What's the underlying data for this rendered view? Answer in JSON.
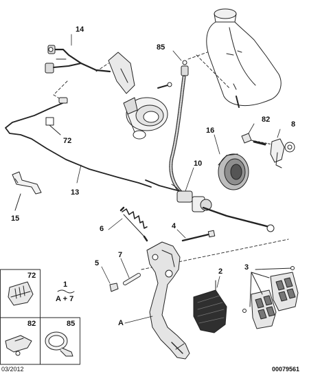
{
  "callouts": {
    "c14": "14",
    "c85": "85",
    "c72": "72",
    "c82": "82",
    "c8": "8",
    "c16": "16",
    "c10": "10",
    "c13": "13",
    "c15": "15",
    "c6": "6",
    "c4": "4",
    "c7": "7",
    "c5": "5",
    "c2": "2",
    "c3": "3",
    "cA": "A"
  },
  "note": {
    "number": "1",
    "parts": "A + 7"
  },
  "legend": {
    "box72": "72",
    "box82": "82",
    "box85": "85"
  },
  "footer": {
    "date": "03/2012",
    "code": "00079561"
  }
}
